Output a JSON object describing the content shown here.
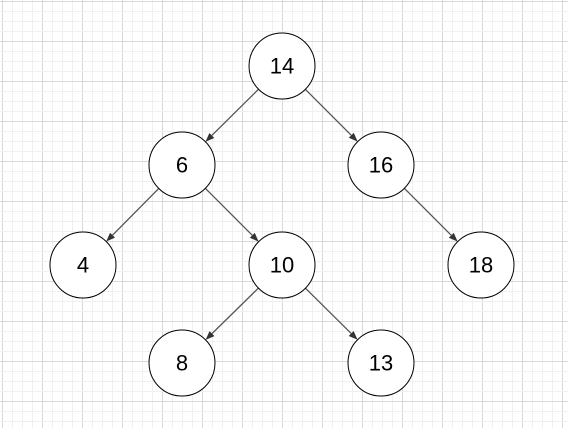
{
  "diagram": {
    "nodes": [
      {
        "id": "n14",
        "label": "14"
      },
      {
        "id": "n6",
        "label": "6"
      },
      {
        "id": "n16",
        "label": "16"
      },
      {
        "id": "n4",
        "label": "4"
      },
      {
        "id": "n10",
        "label": "10"
      },
      {
        "id": "n18",
        "label": "18"
      },
      {
        "id": "n8",
        "label": "8"
      },
      {
        "id": "n13",
        "label": "13"
      }
    ],
    "edges": [
      {
        "from": "n14",
        "to": "n6"
      },
      {
        "from": "n14",
        "to": "n16"
      },
      {
        "from": "n6",
        "to": "n4"
      },
      {
        "from": "n6",
        "to": "n10"
      },
      {
        "from": "n16",
        "to": "n18"
      },
      {
        "from": "n10",
        "to": "n8"
      },
      {
        "from": "n10",
        "to": "n13"
      }
    ],
    "colors": {
      "grid_minor": "#f0f0f0",
      "grid_major": "#d9d9d9",
      "node_stroke": "#000000",
      "edge": "#555555"
    }
  }
}
